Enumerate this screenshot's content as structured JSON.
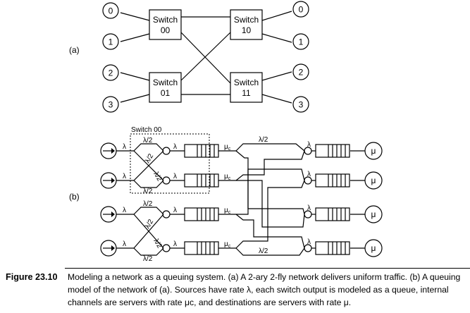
{
  "panel_labels": {
    "a": "(a)",
    "b": "(b)"
  },
  "network": {
    "sources": [
      "0",
      "1",
      "2",
      "3"
    ],
    "destinations": [
      "0",
      "1",
      "2",
      "3"
    ],
    "switches": [
      {
        "line1": "Switch",
        "line2": "00"
      },
      {
        "line1": "Switch",
        "line2": "01"
      },
      {
        "line1": "Switch",
        "line2": "10"
      },
      {
        "line1": "Switch",
        "line2": "11"
      }
    ]
  },
  "queuing_model": {
    "switch_box_label": "Switch 00",
    "source_rate": "λ",
    "split_rate": "λ/2",
    "queue_input_rate": "λ",
    "channel_rate": "μ",
    "channel_rate_sub": "c",
    "dest_input_rate": "λ",
    "dest_rate": "μ"
  },
  "caption": {
    "label": "Figure 23.10",
    "text": "Modeling a network as a queuing system. (a) A 2-ary 2-fly network delivers uniform traffic. (b) A queuing model of the network of (a). Sources have rate λ, each switch output is modeled as a queue, internal channels are servers with rate μc, and destinations are servers with rate μ."
  }
}
